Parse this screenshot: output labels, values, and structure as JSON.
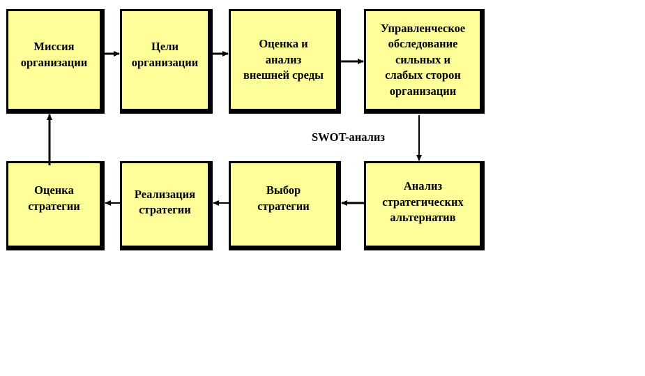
{
  "diagram": {
    "top_row": [
      {
        "id": "mission",
        "label": "Миссия\nорганизации"
      },
      {
        "id": "goals",
        "label": "Цели\nорганизации"
      },
      {
        "id": "external",
        "label": "Оценка и\nанализ\nвнешней среды"
      },
      {
        "id": "internal",
        "label": "Управленческое\nобследование\nсильных и\nслабых сторон\nорганизации"
      }
    ],
    "bottom_row": [
      {
        "id": "evaluation",
        "label": "Оценка\nстратегии"
      },
      {
        "id": "implementation",
        "label": "Реализация\nстратегии"
      },
      {
        "id": "choice",
        "label": "Выбор\nстратегии"
      },
      {
        "id": "alternatives",
        "label": "Анализ\nстратегических\nальтернатив"
      }
    ],
    "connector_label": "SWOT-анализ",
    "colors": {
      "box_fill": "#ffff99",
      "border": "#000000"
    }
  }
}
